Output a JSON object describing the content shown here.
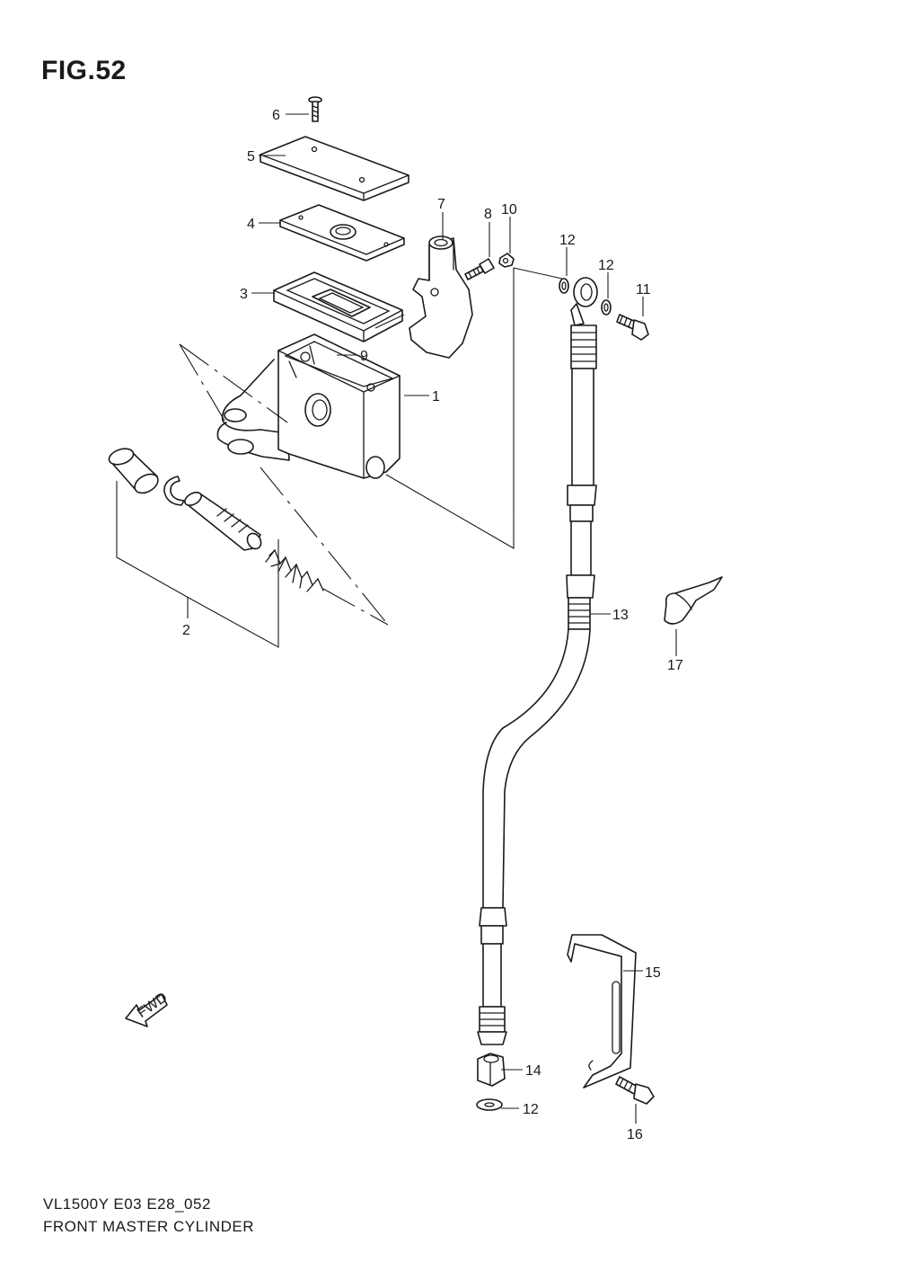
{
  "figure": {
    "title": "FIG.52"
  },
  "caption": {
    "model_code": "VL1500Y  E03  E28_052",
    "name": "FRONT MASTER CYLINDER"
  },
  "fwd_label": "FWD",
  "callouts": [
    {
      "id": "c1",
      "label": "1"
    },
    {
      "id": "c2",
      "label": "2"
    },
    {
      "id": "c3",
      "label": "3"
    },
    {
      "id": "c4",
      "label": "4"
    },
    {
      "id": "c5",
      "label": "5"
    },
    {
      "id": "c6",
      "label": "6"
    },
    {
      "id": "c7",
      "label": "7"
    },
    {
      "id": "c8",
      "label": "8"
    },
    {
      "id": "c9",
      "label": "9"
    },
    {
      "id": "c10",
      "label": "10"
    },
    {
      "id": "c11",
      "label": "11"
    },
    {
      "id": "c12a",
      "label": "12"
    },
    {
      "id": "c12b",
      "label": "12"
    },
    {
      "id": "c12c",
      "label": "12"
    },
    {
      "id": "c13",
      "label": "13"
    },
    {
      "id": "c14",
      "label": "14"
    },
    {
      "id": "c15",
      "label": "15"
    },
    {
      "id": "c16",
      "label": "16"
    },
    {
      "id": "c17",
      "label": "17"
    }
  ]
}
